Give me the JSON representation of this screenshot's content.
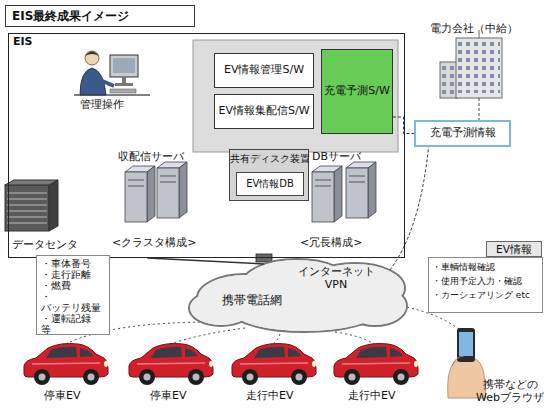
{
  "diagram": {
    "title": "EIS最終成果イメージ",
    "nodes": [
      {
        "text": [
          "EIS"
        ]
      },
      {
        "text": [
          "EV情報管理S/W"
        ],
        "in": 0
      },
      {
        "text": [
          "EV情報集配信S/W"
        ],
        "in": 0
      },
      {
        "text": [
          "充電予測S/W"
        ],
        "in": 0
      },
      {
        "text": [
          "共有ディスク装置"
        ],
        "in": 0
      },
      {
        "text": [
          "EV情報DB"
        ],
        "in": 4
      },
      {
        "text": [
          "充電予測情報"
        ]
      },
      {
        "text": [
          "インターネット VPN",
          "携帯電話網"
        ]
      },
      {
        "text": [
          "・車体番号",
          "・走行距離",
          "・燃費",
          "・バッテリ残量",
          "・運転記録",
          "等"
        ]
      },
      {
        "text": [
          "EV情報",
          "・車輌情報確認",
          "・使用予定入力・確認",
          "・カーシェアリング etc"
        ]
      }
    ],
    "edges": [
      {
        "from": 0,
        "to": 7,
        "arrow": "none"
      },
      {
        "from": 3,
        "to": 6,
        "arrow": "none"
      },
      {
        "from": 7,
        "to": 6,
        "arrow": "none"
      }
    ],
    "labels": [
      "管理操作",
      "収配信サーバ",
      "DBサーバ",
      "<クラスタ構成>",
      "<冗長構成>",
      "データセンタ",
      "電力会社（中給）",
      "停車EV",
      "停車EV",
      "走行中EV",
      "走行中EV",
      "携帯などの Webブラウザ"
    ]
  }
}
